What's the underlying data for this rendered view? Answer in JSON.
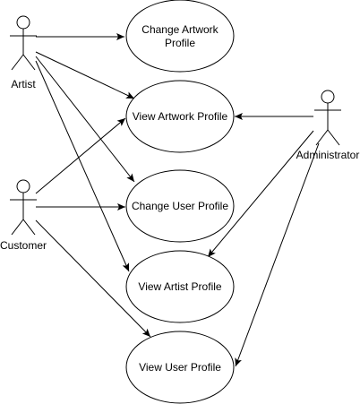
{
  "actors": {
    "artist": "Artist",
    "customer": "Customer",
    "administrator": "Administrator"
  },
  "use_cases": {
    "change_artwork_profile": [
      "Change Artwork",
      "Profile"
    ],
    "view_artwork_profile": "View Artwork Profile",
    "change_user_profile": "Change User Profile",
    "view_artist_profile": "View Artist Profile",
    "view_user_profile": "View User Profile"
  },
  "associations": [
    {
      "from": "Artist",
      "to": "Change Artwork Profile"
    },
    {
      "from": "Artist",
      "to": "View Artwork Profile"
    },
    {
      "from": "Artist",
      "to": "Change User Profile"
    },
    {
      "from": "Artist",
      "to": "View Artist Profile"
    },
    {
      "from": "Customer",
      "to": "View Artwork Profile"
    },
    {
      "from": "Customer",
      "to": "Change User Profile"
    },
    {
      "from": "Customer",
      "to": "View User Profile"
    },
    {
      "from": "Administrator",
      "to": "View Artwork Profile"
    },
    {
      "from": "Administrator",
      "to": "View Artist Profile"
    },
    {
      "from": "Administrator",
      "to": "View User Profile"
    }
  ]
}
